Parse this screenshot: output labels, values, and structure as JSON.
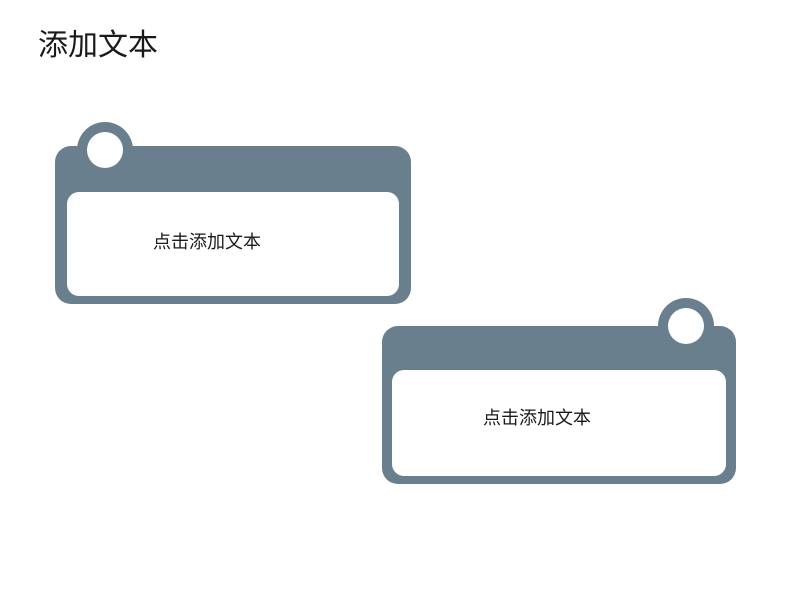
{
  "slide": {
    "title": "添加文本"
  },
  "cards": [
    {
      "text": "点击添加文本"
    },
    {
      "text": "点击添加文本"
    }
  ],
  "colors": {
    "frame": "#6a7f8e",
    "panel": "#ffffff",
    "background": "#ffffff"
  }
}
